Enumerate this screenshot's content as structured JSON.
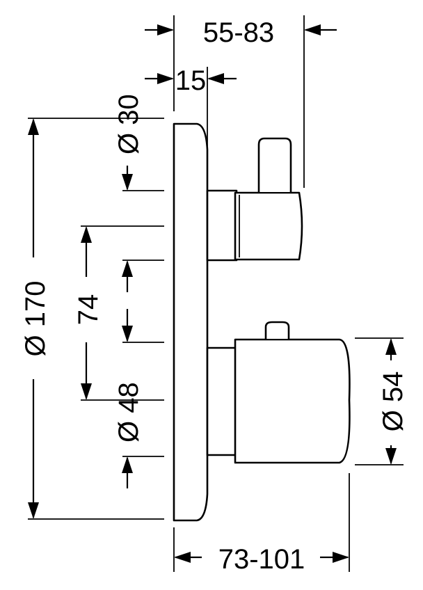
{
  "dimensions": {
    "total_depth": "55-83",
    "plate_depth": "15",
    "small_knob_dia": "Ø 30",
    "plate_dia": "Ø 170",
    "center_distance": "74",
    "stem_dia": "Ø 48",
    "large_knob_dia": "Ø 54",
    "overall_depth": "73-101"
  },
  "colors": {
    "line": "#000000",
    "background": "#ffffff"
  }
}
